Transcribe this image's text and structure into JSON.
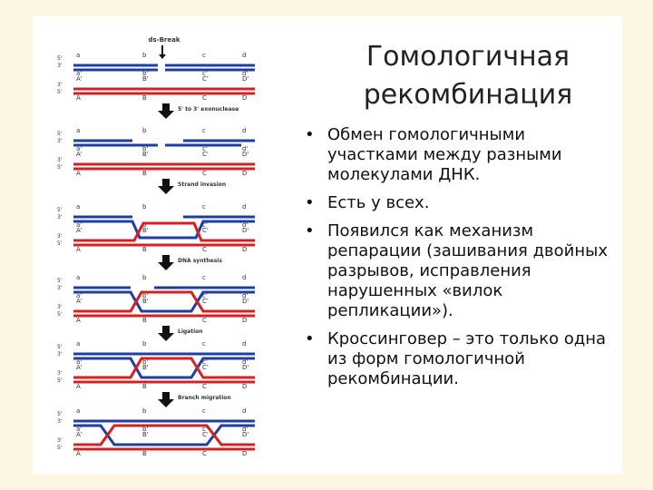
{
  "slide": {
    "title": "Гомологичная рекомбинация",
    "bullets": [
      "Обмен гомологичными участками между разными молекулами ДНК.",
      "Есть у всех.",
      "Появился как механизм репарации (зашивания двойных разрывов, исправления нарушенных «вилок репликации»).",
      "Кроссинговер – это только одна из форм гомологичной рекомбинации."
    ],
    "bullet_glyph": "•"
  },
  "diagram": {
    "colors": {
      "blue": "#1f3fa0",
      "red": "#d42020",
      "arrow": "#111111",
      "text": "#333333"
    },
    "top_label": "ds-Break",
    "step_labels": [
      "5' to 3' exonuclease",
      "Strand invasion",
      "DNA synthesis",
      "Ligation",
      "Branch migration"
    ],
    "end_labels": [
      "5'",
      "3'",
      "3'",
      "5'"
    ],
    "panels": [
      {
        "name": "ds-break",
        "top": [
          "a",
          "b",
          "c",
          "d"
        ],
        "mid1": [
          "a'",
          "b'",
          "c'",
          "d'"
        ],
        "mid2": [
          "A'",
          "B'",
          "C'",
          "D'"
        ],
        "bot": [
          "A",
          "B",
          "C",
          "D"
        ]
      },
      {
        "name": "exonuclease",
        "top": [
          "a",
          "b",
          "c",
          "d"
        ],
        "mid1": [
          "a'",
          "b'",
          "c'",
          "d'"
        ],
        "mid2": [
          "A'",
          "B'",
          "C'",
          "D'"
        ],
        "bot": [
          "A",
          "B",
          "C",
          "D"
        ]
      },
      {
        "name": "strand-invasion",
        "top": [
          "a",
          "b",
          "c",
          "d"
        ],
        "mid1": [
          "a'",
          "b'",
          "c'",
          "d'"
        ],
        "mid2": [
          "A'",
          "B'",
          "C'",
          "D'"
        ],
        "bot": [
          "A",
          "B",
          "C",
          "D"
        ]
      },
      {
        "name": "dna-synthesis",
        "top": [
          "a",
          "b",
          "c",
          "d"
        ],
        "mid1": [
          "a'",
          "b'",
          "c'",
          "d'"
        ],
        "mid2": [
          "A'",
          "B'",
          "C'",
          "D'"
        ],
        "bot": [
          "A",
          "B",
          "C",
          "D"
        ]
      },
      {
        "name": "ligation",
        "top": [
          "a",
          "b",
          "c",
          "d"
        ],
        "mid1": [
          "a'",
          "b'",
          "c'",
          "d'"
        ],
        "mid2": [
          "A'",
          "B'",
          "C'",
          "D'"
        ],
        "bot": [
          "A",
          "B",
          "C",
          "D"
        ]
      },
      {
        "name": "branch-migration",
        "top": [
          "a",
          "b",
          "c",
          "d"
        ],
        "mid1": [
          "a'",
          "b'",
          "c'",
          "d'"
        ],
        "mid2": [
          "A'",
          "B'",
          "C'",
          "D'"
        ],
        "bot": [
          "A",
          "B",
          "C",
          "D"
        ]
      }
    ]
  }
}
